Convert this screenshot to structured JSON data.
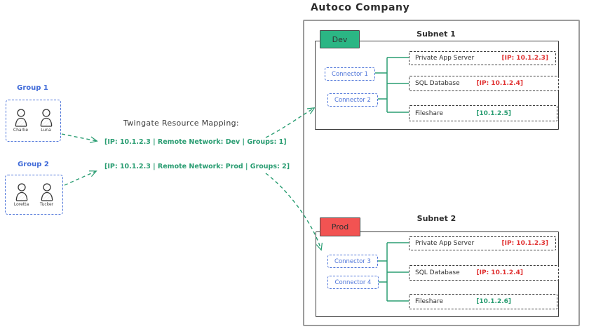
{
  "title": "Autoco Company",
  "colors": {
    "accent_green": "#2a9d72",
    "badge_dev_green": "#2bb684",
    "badge_prod_red": "#f25352",
    "ip_red": "#e03131",
    "ip_green": "#2a9d72",
    "blue": "#4d74d9",
    "ink": "#2f2f2f",
    "outer_border_gray": "#9c9c9c"
  },
  "groups": [
    {
      "label": "Group 1",
      "members": [
        "Charlie",
        "Luna"
      ]
    },
    {
      "label": "Group 2",
      "members": [
        "Loretta",
        "Tucker"
      ]
    }
  ],
  "mapping": {
    "title": "Twingate Resource Mapping:",
    "rules": [
      "[IP: 10.1.2.3 | Remote Network: Dev | Groups: 1]",
      "[IP: 10.1.2.3 | Remote Network: Prod | Groups: 2]"
    ]
  },
  "subnets": [
    {
      "label": "Subnet 1",
      "badge": "Dev",
      "connectors": [
        "Connector 1",
        "Connector 2"
      ],
      "resources": [
        {
          "name": "Private App Server",
          "ip": "[IP: 10.1.2.3]",
          "ip_color": "#e03131"
        },
        {
          "name": "SQL Database",
          "ip": "[IP: 10.1.2.4]",
          "ip_color": "#e03131"
        },
        {
          "name": "Fileshare",
          "ip": "[10.1.2.5]",
          "ip_color": "#2a9d72"
        }
      ]
    },
    {
      "label": "Subnet 2",
      "badge": "Prod",
      "connectors": [
        "Connector 3",
        "Connector 4"
      ],
      "resources": [
        {
          "name": "Private App Server",
          "ip": "[IP: 10.1.2.3]",
          "ip_color": "#e03131"
        },
        {
          "name": "SQL Database",
          "ip": "[IP: 10.1.2.4]",
          "ip_color": "#e03131"
        },
        {
          "name": "Fileshare",
          "ip": "[10.1.2.6]",
          "ip_color": "#2a9d72"
        }
      ]
    }
  ]
}
